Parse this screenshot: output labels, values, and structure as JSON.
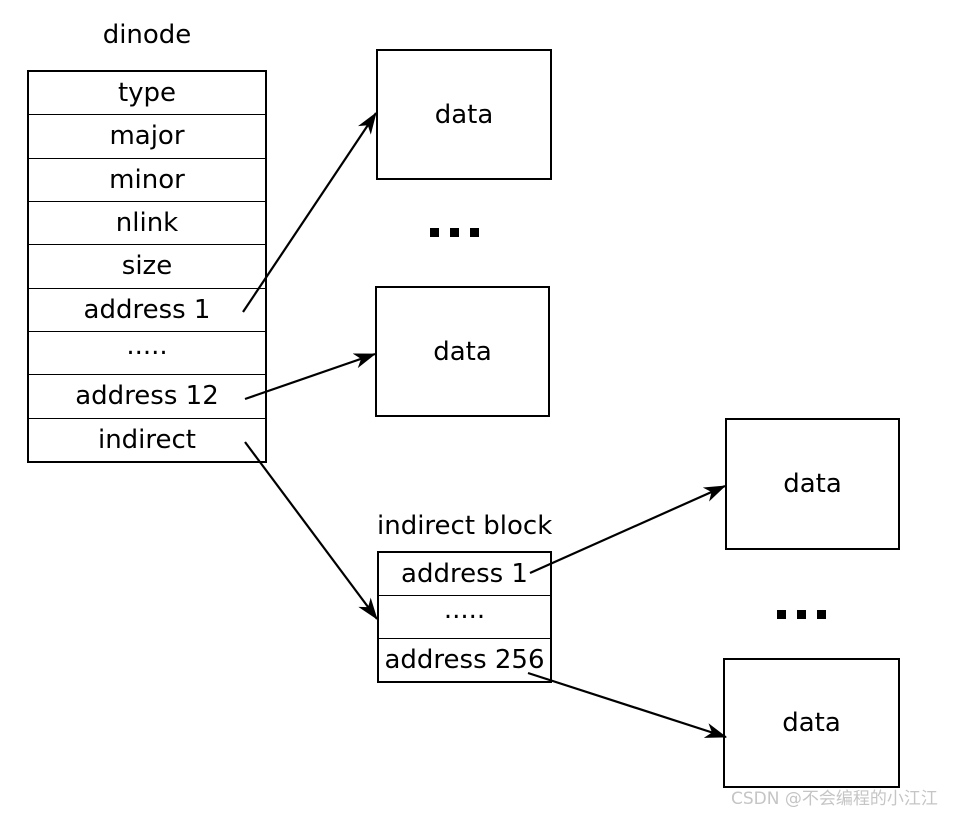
{
  "colors": {
    "line": "#000000",
    "text": "#000000",
    "watermark": "#c5c5c5",
    "background": "#ffffff"
  },
  "dinode": {
    "title": "dinode",
    "rows": [
      "type",
      "major",
      "minor",
      "nlink",
      "size",
      "address 1",
      ".....",
      "address 12",
      "indirect"
    ]
  },
  "indirect_block": {
    "title": "indirect block",
    "rows": [
      "address 1",
      ".....",
      "address 256"
    ]
  },
  "data_boxes": [
    {
      "label": "data"
    },
    {
      "label": "data"
    },
    {
      "label": "data"
    },
    {
      "label": "data"
    }
  ],
  "ellipses": {
    "top": "...",
    "right": "..."
  },
  "edges": [
    {
      "from": "dinode address 1",
      "to": "data box top"
    },
    {
      "from": "dinode address 12",
      "to": "data box middle"
    },
    {
      "from": "dinode indirect",
      "to": "indirect block"
    },
    {
      "from": "indirect block address 1",
      "to": "data box upper right"
    },
    {
      "from": "indirect block address 256",
      "to": "data box lower right"
    }
  ],
  "watermark": {
    "text": "CSDN @不会编程的小江江"
  }
}
